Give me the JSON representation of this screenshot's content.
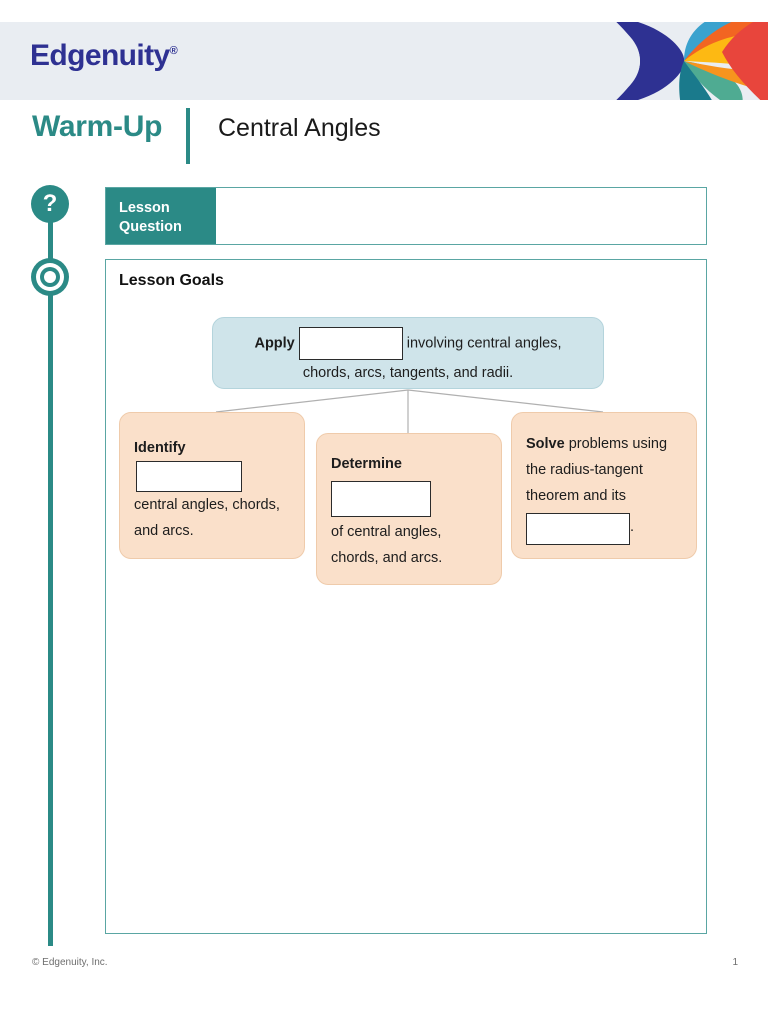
{
  "header": {
    "brand": "Edgenuity",
    "brand_mark": "®",
    "brand_color": "#2e3192",
    "bar_color": "#e9edf2",
    "art_name": "edgenuity-pinwheel-graphic",
    "art_colors": [
      "#2e3192",
      "#3ba2ce",
      "#f26522",
      "#fdb913",
      "#e8453c",
      "#4fab92",
      "#1a7a8c",
      "#f7941e"
    ]
  },
  "title": {
    "eyebrow": "Warm-Up",
    "eyebrow_color": "#2b8a86",
    "lesson": "Central Angles"
  },
  "rail": {
    "question_icon": "question-mark-icon",
    "question_glyph": "?",
    "goal_icon": "target-icon",
    "accent_color": "#2b8a86"
  },
  "lesson_question": {
    "tab_line1": "Lesson",
    "tab_line2": "Question",
    "answer_value": "",
    "answer_placeholder": ""
  },
  "lesson_goals": {
    "heading": "Lesson Goals",
    "nodes": {
      "apply": {
        "verb": "Apply",
        "blank_value": "",
        "text_after": "involving central angles,",
        "text_line2": "chords, arcs, tangents, and radii.",
        "fill": "#cfe4ea"
      },
      "identify": {
        "verb": "Identify",
        "blank_value": "",
        "text_after": "central angles, chords, and arcs.",
        "fill": "#fae0ca"
      },
      "determine": {
        "verb": "Determine",
        "blank_value": "",
        "text_after": "of central angles, chords, and arcs.",
        "fill": "#fae0ca"
      },
      "solve": {
        "verb": "Solve",
        "text_before": "problems using the radius-tangent theorem and its",
        "blank_value": "",
        "text_after": ".",
        "fill": "#fae0ca"
      }
    }
  },
  "footer": {
    "copyright": "© Edgenuity, Inc.",
    "page_number": "1"
  }
}
